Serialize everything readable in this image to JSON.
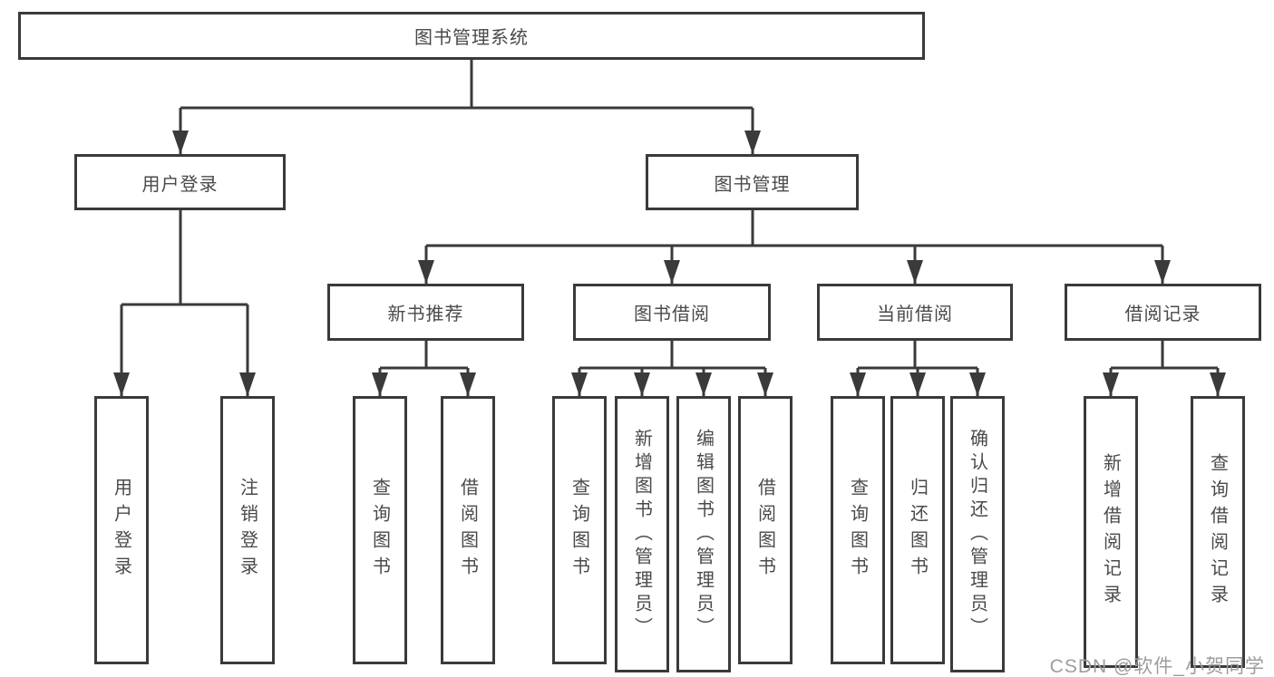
{
  "nodes": {
    "root": "图书管理系统",
    "level2": [
      "用户登录",
      "图书管理"
    ],
    "level3": [
      "新书推荐",
      "图书借阅",
      "当前借阅",
      "借阅记录"
    ],
    "leaves_user_login": [
      "用户登录",
      "注销登录"
    ],
    "leaves_new_books": [
      "查询图书",
      "借阅图书"
    ],
    "leaves_book_borrow": [
      "查询图书",
      "新增图书（管理员）",
      "编辑图书（管理员）",
      "借阅图书"
    ],
    "leaves_current_borrow": [
      "查询图书",
      "归还图书",
      "确认归还（管理员）"
    ],
    "leaves_borrow_records": [
      "新增借阅记录",
      "查询借阅记录"
    ]
  },
  "watermark": "CSDN @软件_小贺同学",
  "colors": {
    "line": "#3a3a3a",
    "text": "#4a4a4a",
    "watermark": "#9d9d9d"
  }
}
